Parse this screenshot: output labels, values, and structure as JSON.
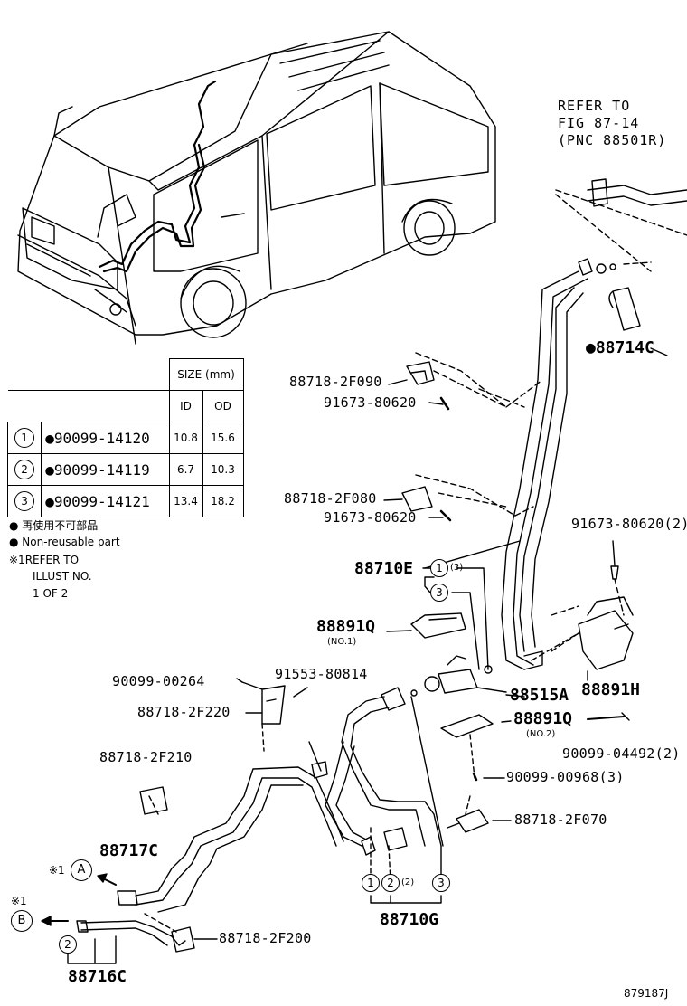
{
  "refer": {
    "line1": "REFER TO",
    "line2": "FIG 87-14",
    "line3": "(PNC 88501R)"
  },
  "size_table": {
    "header": "SIZE (mm)",
    "col_id": "ID",
    "col_od": "OD",
    "rows": [
      {
        "no": "1",
        "part": "●90099-14120",
        "id": "10.8",
        "od": "15.6"
      },
      {
        "no": "2",
        "part": "●90099-14119",
        "id": "6.7",
        "od": "10.3"
      },
      {
        "no": "3",
        "part": "●90099-14121",
        "id": "13.4",
        "od": "18.2"
      }
    ]
  },
  "notes": {
    "jp": "● 再使用不可部品",
    "en": "● Non-reusable part",
    "refer1": "※1REFER TO",
    "refer2": "ILLUST NO.",
    "refer3": "1 OF 2"
  },
  "labels": {
    "p88714C": "●88714C",
    "p88718_2F090": "88718-2F090",
    "p91673_a": "91673-80620",
    "p88718_2F080": "88718-2F080",
    "p91673_b": "91673-80620",
    "p91673_c": "91673-80620(2)",
    "p88710E": "88710E",
    "p88710E_qty": "(3)",
    "p88891Q_1": "88891Q",
    "p88891Q_1_note": "(NO.1)",
    "p90099_00264": "90099-00264",
    "p91553_80814": "91553-80814",
    "p88718_2F220": "88718-2F220",
    "p88515A": "88515A",
    "p88891H": "88891H",
    "p88891Q_2": "88891Q",
    "p88891Q_2_note": "(NO.2)",
    "p90099_04492": "90099-04492(2)",
    "p88718_2F210": "88718-2F210",
    "p90099_00968": "90099-00968(3)",
    "p88718_2F070": "88718-2F070",
    "p88717C": "88717C",
    "p88710G": "88710G",
    "p88710G_qty": "(2)",
    "p88718_2F200": "88718-2F200",
    "p88716C": "88716C",
    "ref_A": "A",
    "ref_B": "B",
    "ref_mark_A": "※1",
    "ref_mark_B": "※1",
    "circle_1": "1",
    "circle_2": "2",
    "circle_3": "3",
    "illus_no": "879187J"
  }
}
